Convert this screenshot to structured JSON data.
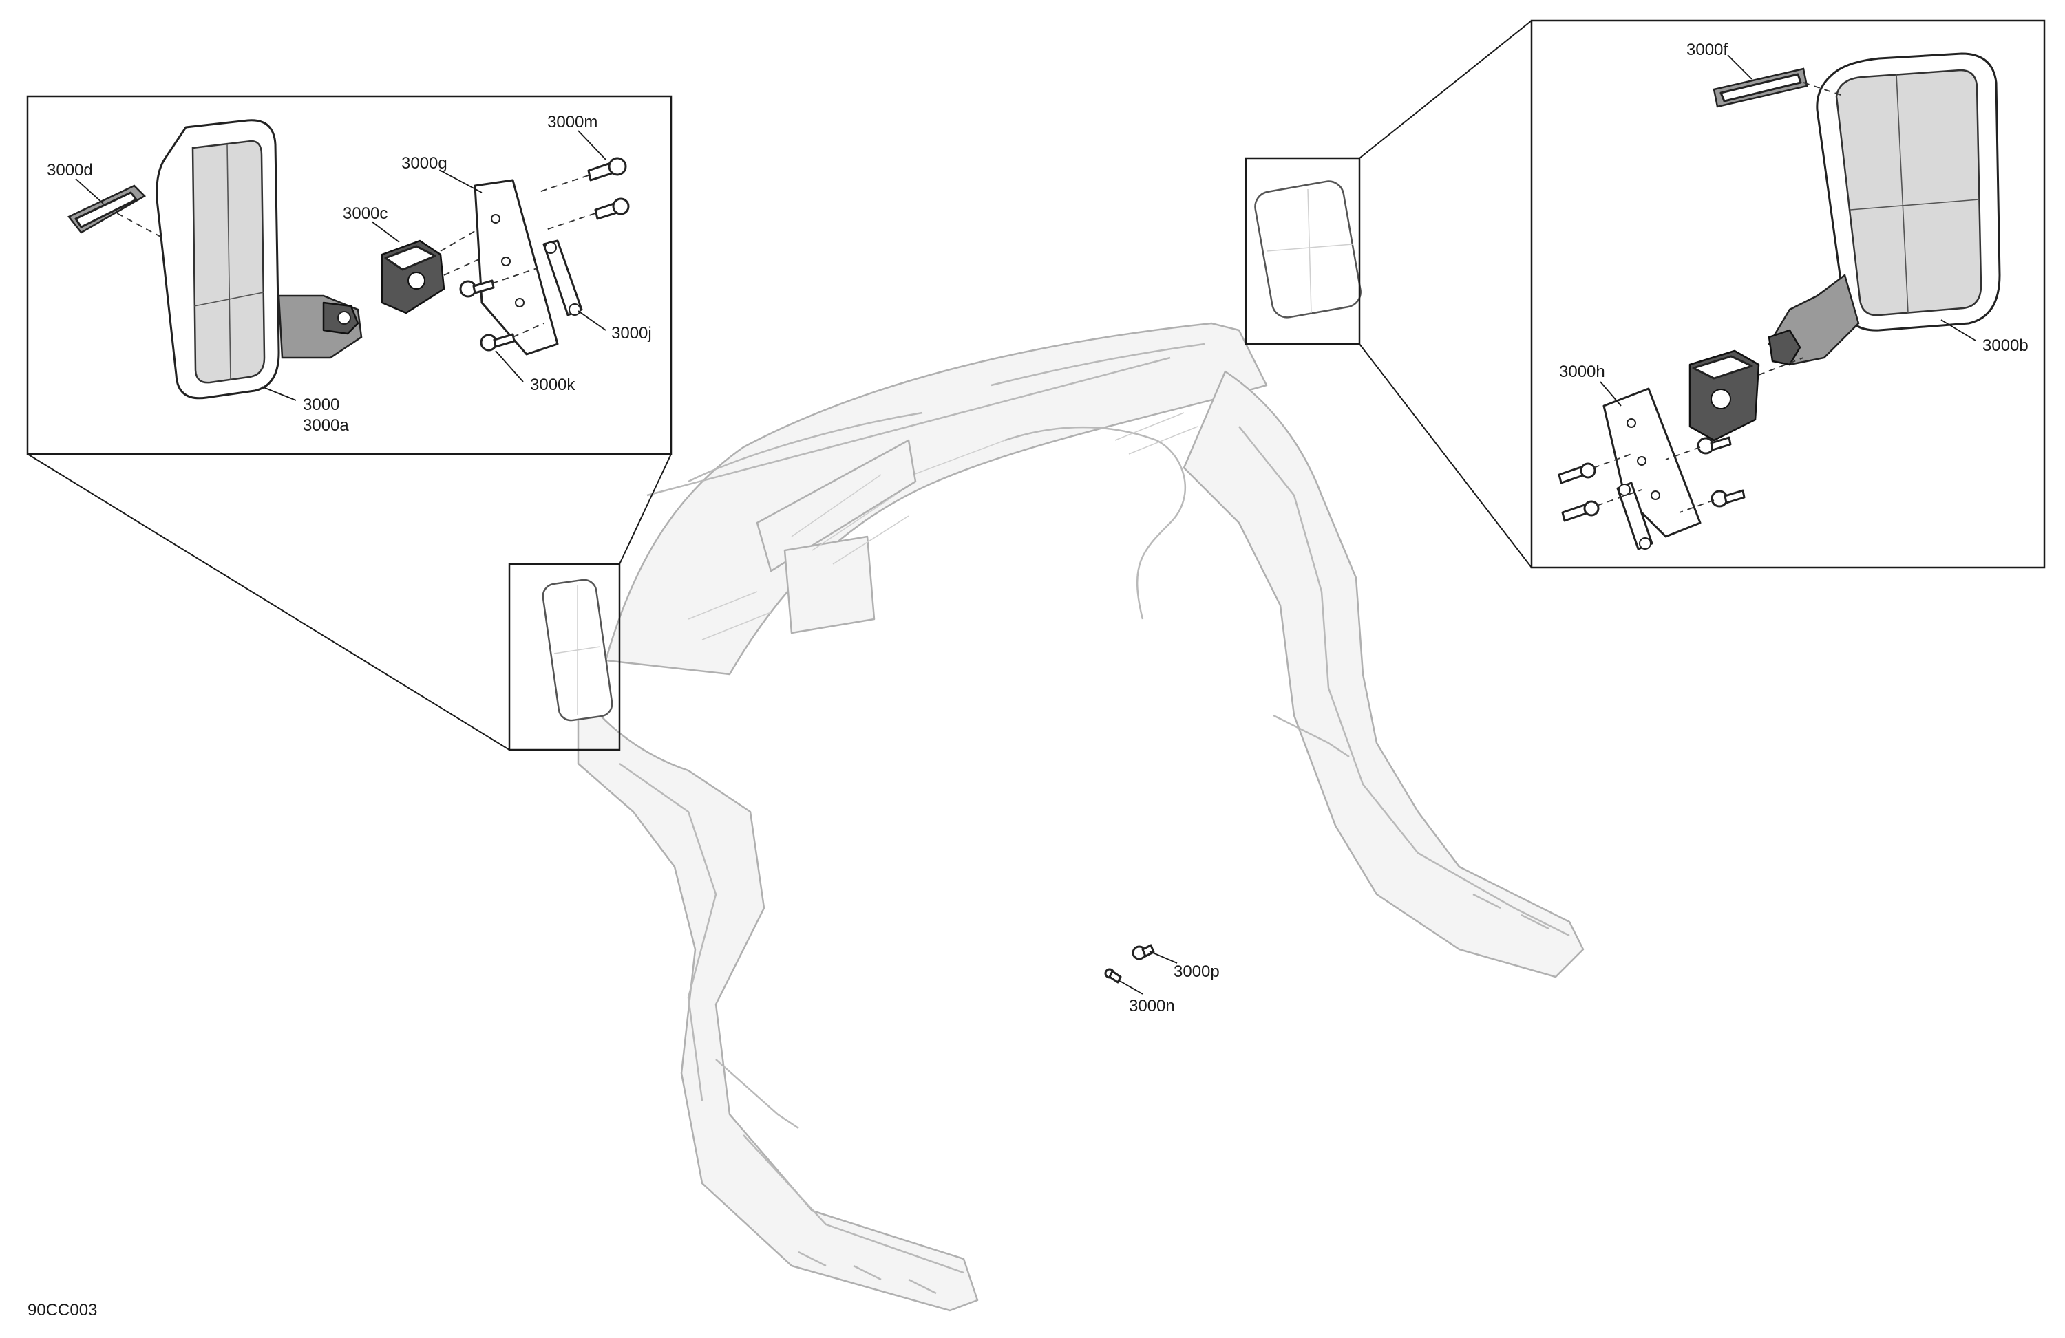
{
  "diagram": {
    "reference_code": "90CC003",
    "left_inset_labels": {
      "p3000d": "3000d",
      "p3000g": "3000g",
      "p3000m": "3000m",
      "p3000c": "3000c",
      "p3000j": "3000j",
      "p3000k": "3000k",
      "p3000": "3000",
      "p3000a": "3000a"
    },
    "right_inset_labels": {
      "p3000f": "3000f",
      "p3000b": "3000b",
      "p3000h": "3000h"
    },
    "main_labels": {
      "p3000p": "3000p",
      "p3000n": "3000n"
    }
  }
}
